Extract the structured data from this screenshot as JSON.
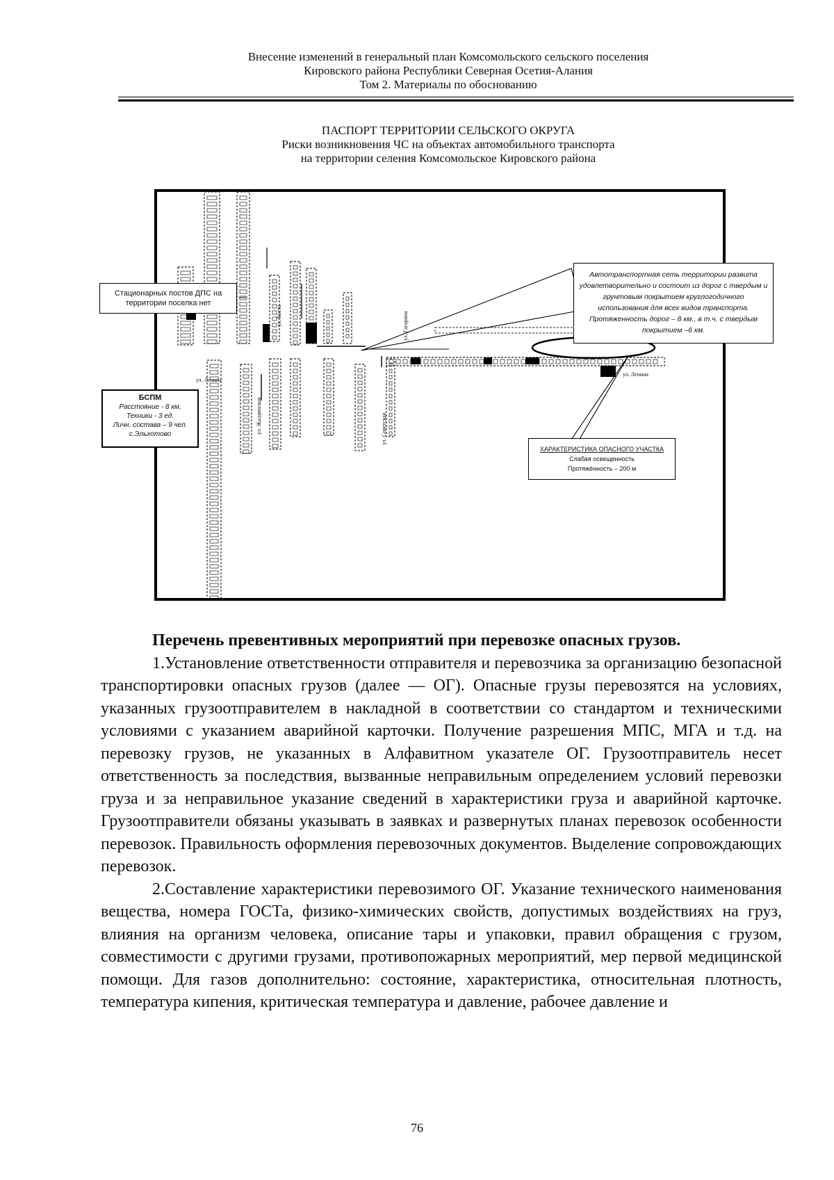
{
  "header": {
    "line1": "Внесение изменений в генеральный план Комсомольского сельского поселения",
    "line2": "Кировского района Республики Северная Осетия-Алания",
    "line3": "Том 2. Материалы по обоснованию"
  },
  "map": {
    "title": "ПАСПОРТ ТЕРРИТОРИИ СЕЛЬСКОГО ОКРУГА",
    "subtitle1": "Риски возникновения ЧС на объектах автомобильного транспорта",
    "subtitle2": "на территории селения Комсомольское Кировского района",
    "callout_posts": "Стационарных постов ДПС на территории поселка нет",
    "callout_network": "Автотранспортная сеть территории развита удовлетворительно и состоит из дорог с твердым и грунтовым покрытием круглогодичного использования для всех видов транспорта. Протяженность дорог – 8 км., в т.ч. с твердым покрытием –6 км.",
    "bspm": {
      "title": "БСПМ",
      "line1": "Расстояние - 8 км,",
      "line2": "Техники - 3 ед.",
      "line3": "Личн. состава – 9 чел.",
      "line4": "с.Эльхотово"
    },
    "danger": {
      "title": "ХАРАКТЕРИСТИКА ОПАСНОГО УЧАСТКА",
      "line1": "Слабая освещенность",
      "line2": "Протяжённость – 200 м"
    },
    "streets": {
      "lenina_left": "ул. Ленина",
      "lenina_right": "ул. Ленина",
      "gagarina": "ул. Гагарина",
      "sovetskaya": "ул. Советская",
      "zhaldi": "ул. Жалдинская",
      "kosta": "ул. Коста"
    }
  },
  "body": {
    "heading": "Перечень превентивных мероприятий при перевозке опасных грузов.",
    "p1": "1.Установление ответственности отправителя и перевозчика за организацию безопасной транспортировки опасных грузов (далее — ОГ). Опасные грузы перевозятся на условиях, указанных грузоотправителем в накладной в соответствии со стандартом и техническими условиями с указанием аварийной карточки. Получение разрешения МПС, МГА и т.д. на перевозку грузов, не указанных в Алфавитном указателе ОГ. Грузоотправитель несет ответственность за последствия, вызванные неправильным определением условий перевозки груза и за неправильное указание сведений в характеристики груза и аварийной карточке. Грузоотправители обязаны указывать в заявках и развернутых планах перевозок особенности перевозок. Правильность оформления перевозочных документов. Выделение сопровождающих перевозок.",
    "p2": "2.Составление характеристики перевозимого ОГ. Указание технического наименования вещества, номера ГОСТа, физико-химических свойств, допустимых воздействиях на груз, влияния на организм человека, описание тары и упаковки, правил обращения с грузом, совместимости с другими грузами, противопожарных мероприятий, мер первой медицинской помощи. Для газов дополнительно: состояние, характеристика, относительная плотность, температура кипения, критическая температура и давление, рабочее давление и"
  },
  "page_number": "76"
}
